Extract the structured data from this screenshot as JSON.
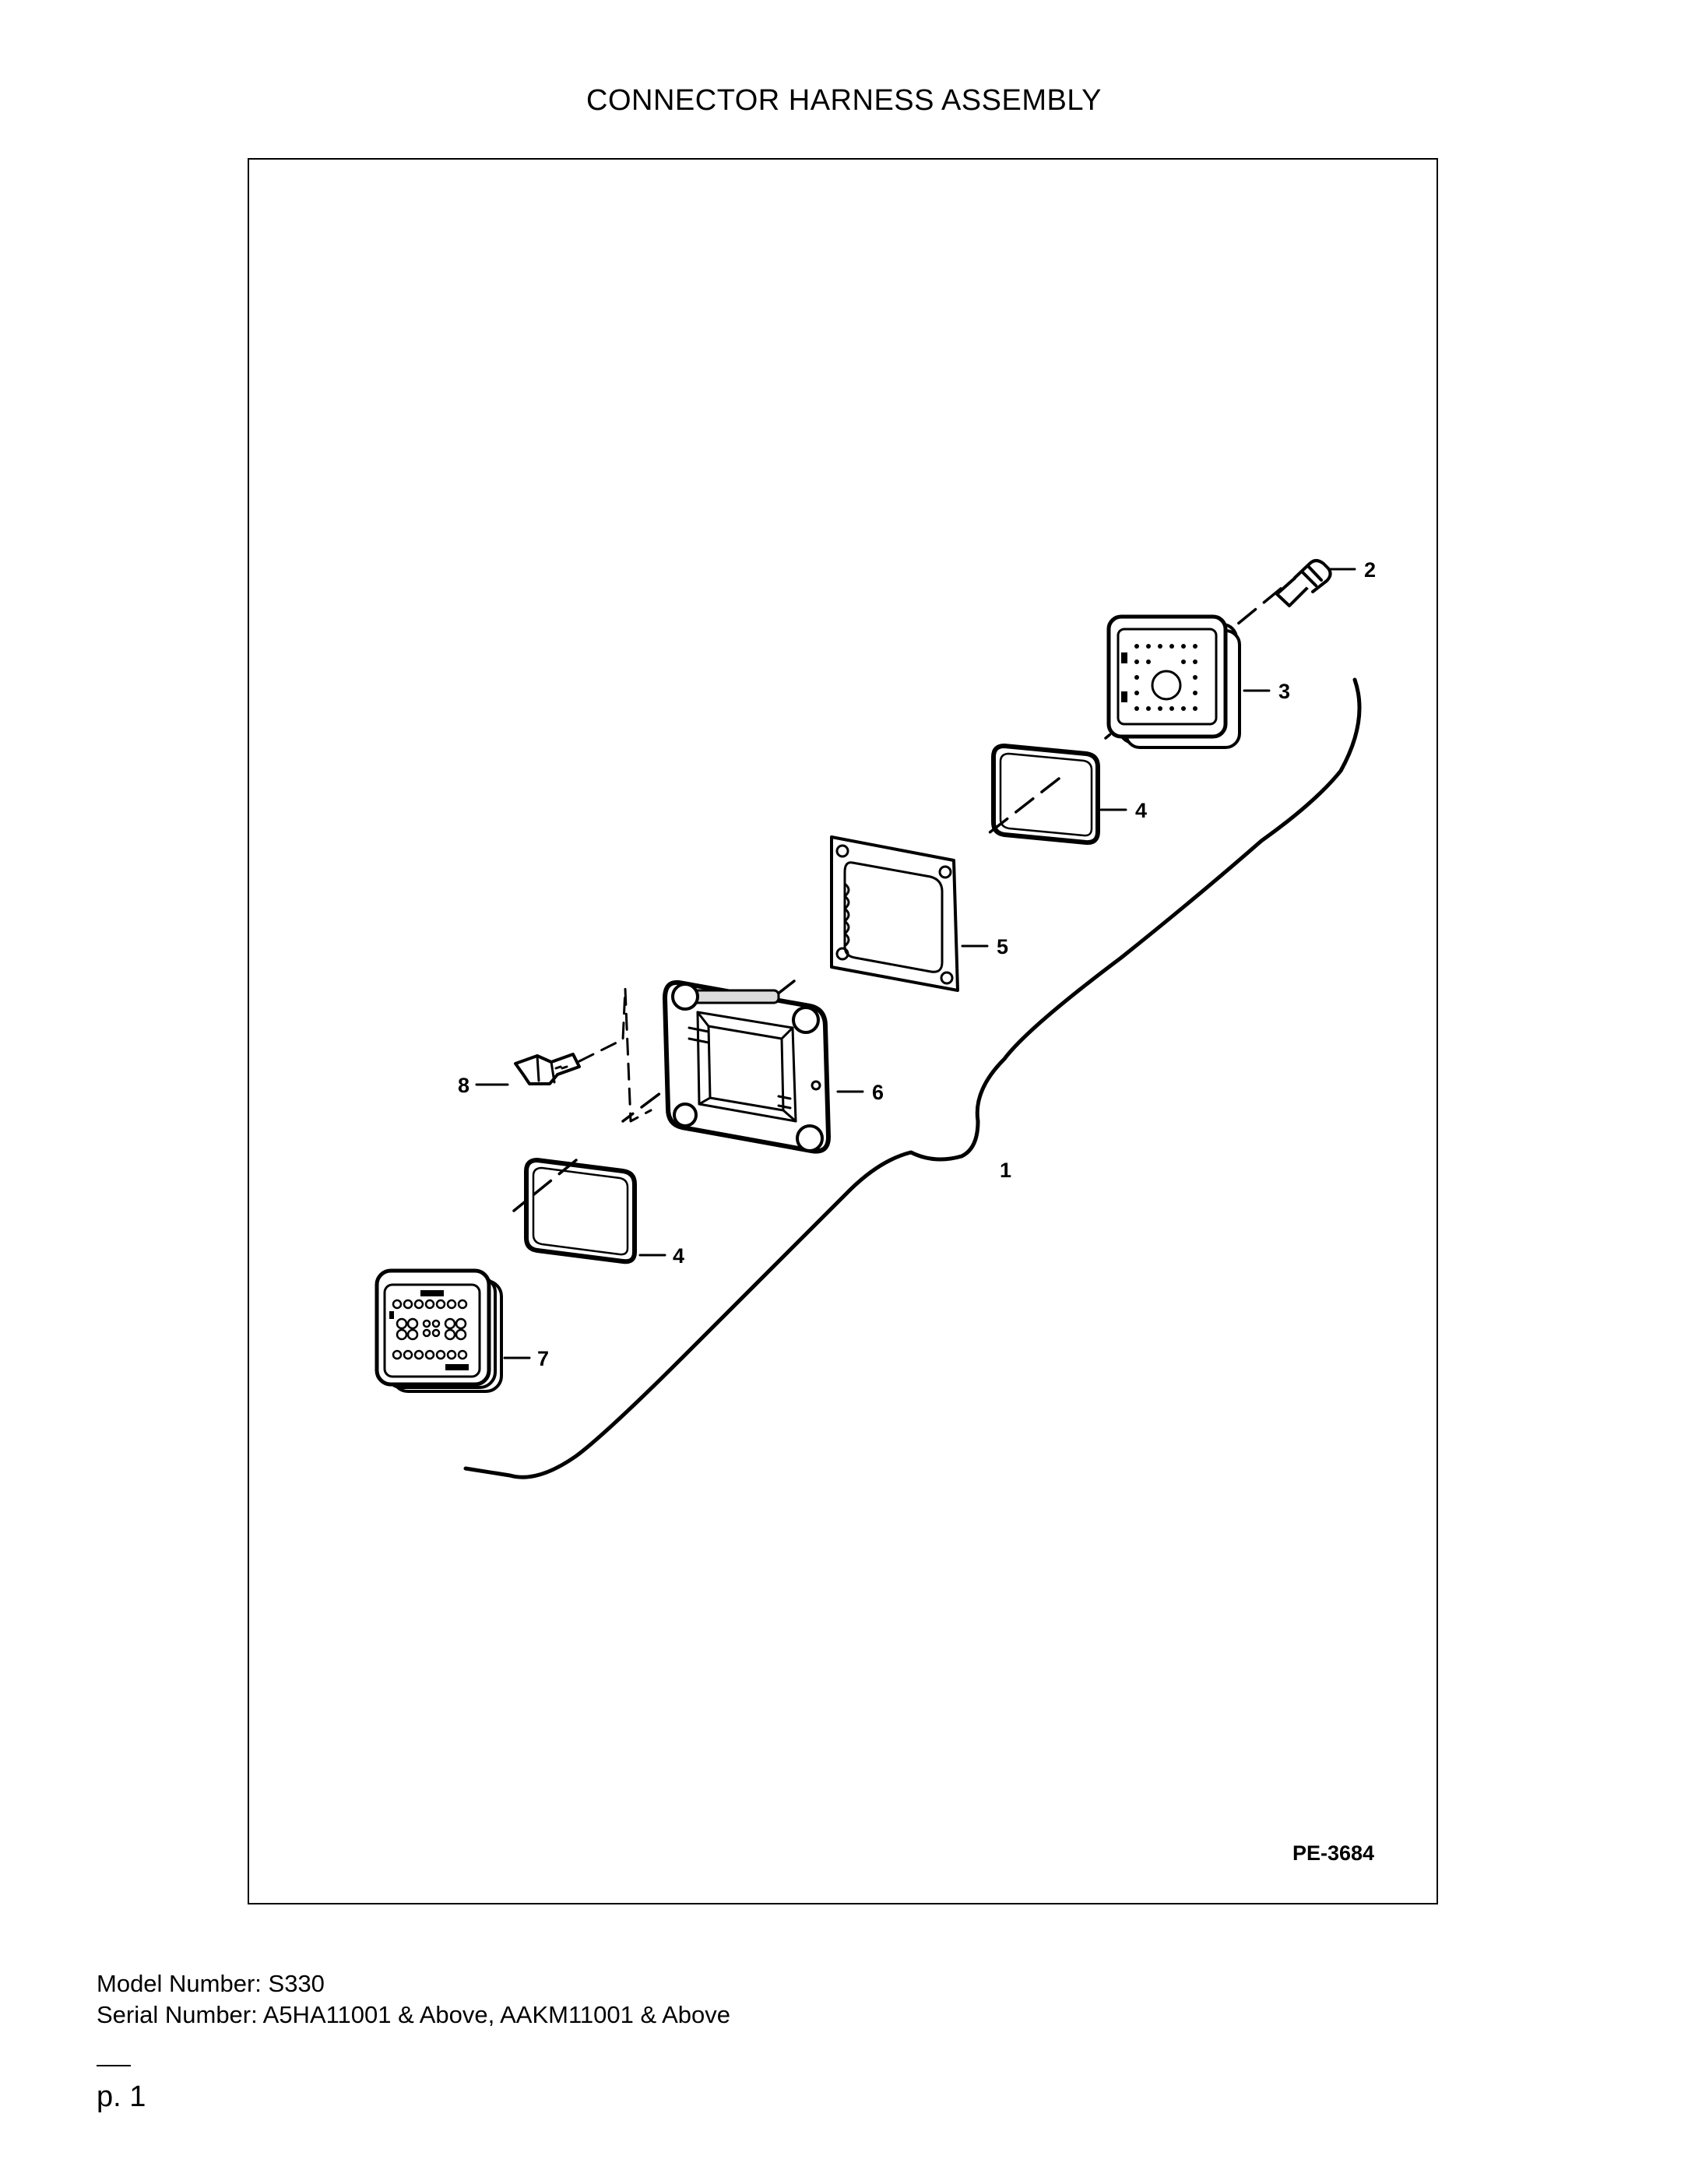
{
  "page": {
    "title": "CONNECTOR HARNESS ASSEMBLY",
    "figure_id": "PE-3684",
    "model_line": "Model Number: S330",
    "serial_line": "Serial Number: A5HA11001 & Above, AAKM11001 & Above",
    "page_number": "p. 1"
  },
  "callouts": {
    "c1": "1",
    "c2": "2",
    "c3": "3",
    "c4a": "4",
    "c5": "5",
    "c6": "6",
    "c7": "7",
    "c8": "8",
    "c4b": "4"
  },
  "colors": {
    "line": "#000000",
    "background": "#ffffff",
    "part_fill": "#ffffff",
    "part_shade": "#dcdcdc"
  }
}
